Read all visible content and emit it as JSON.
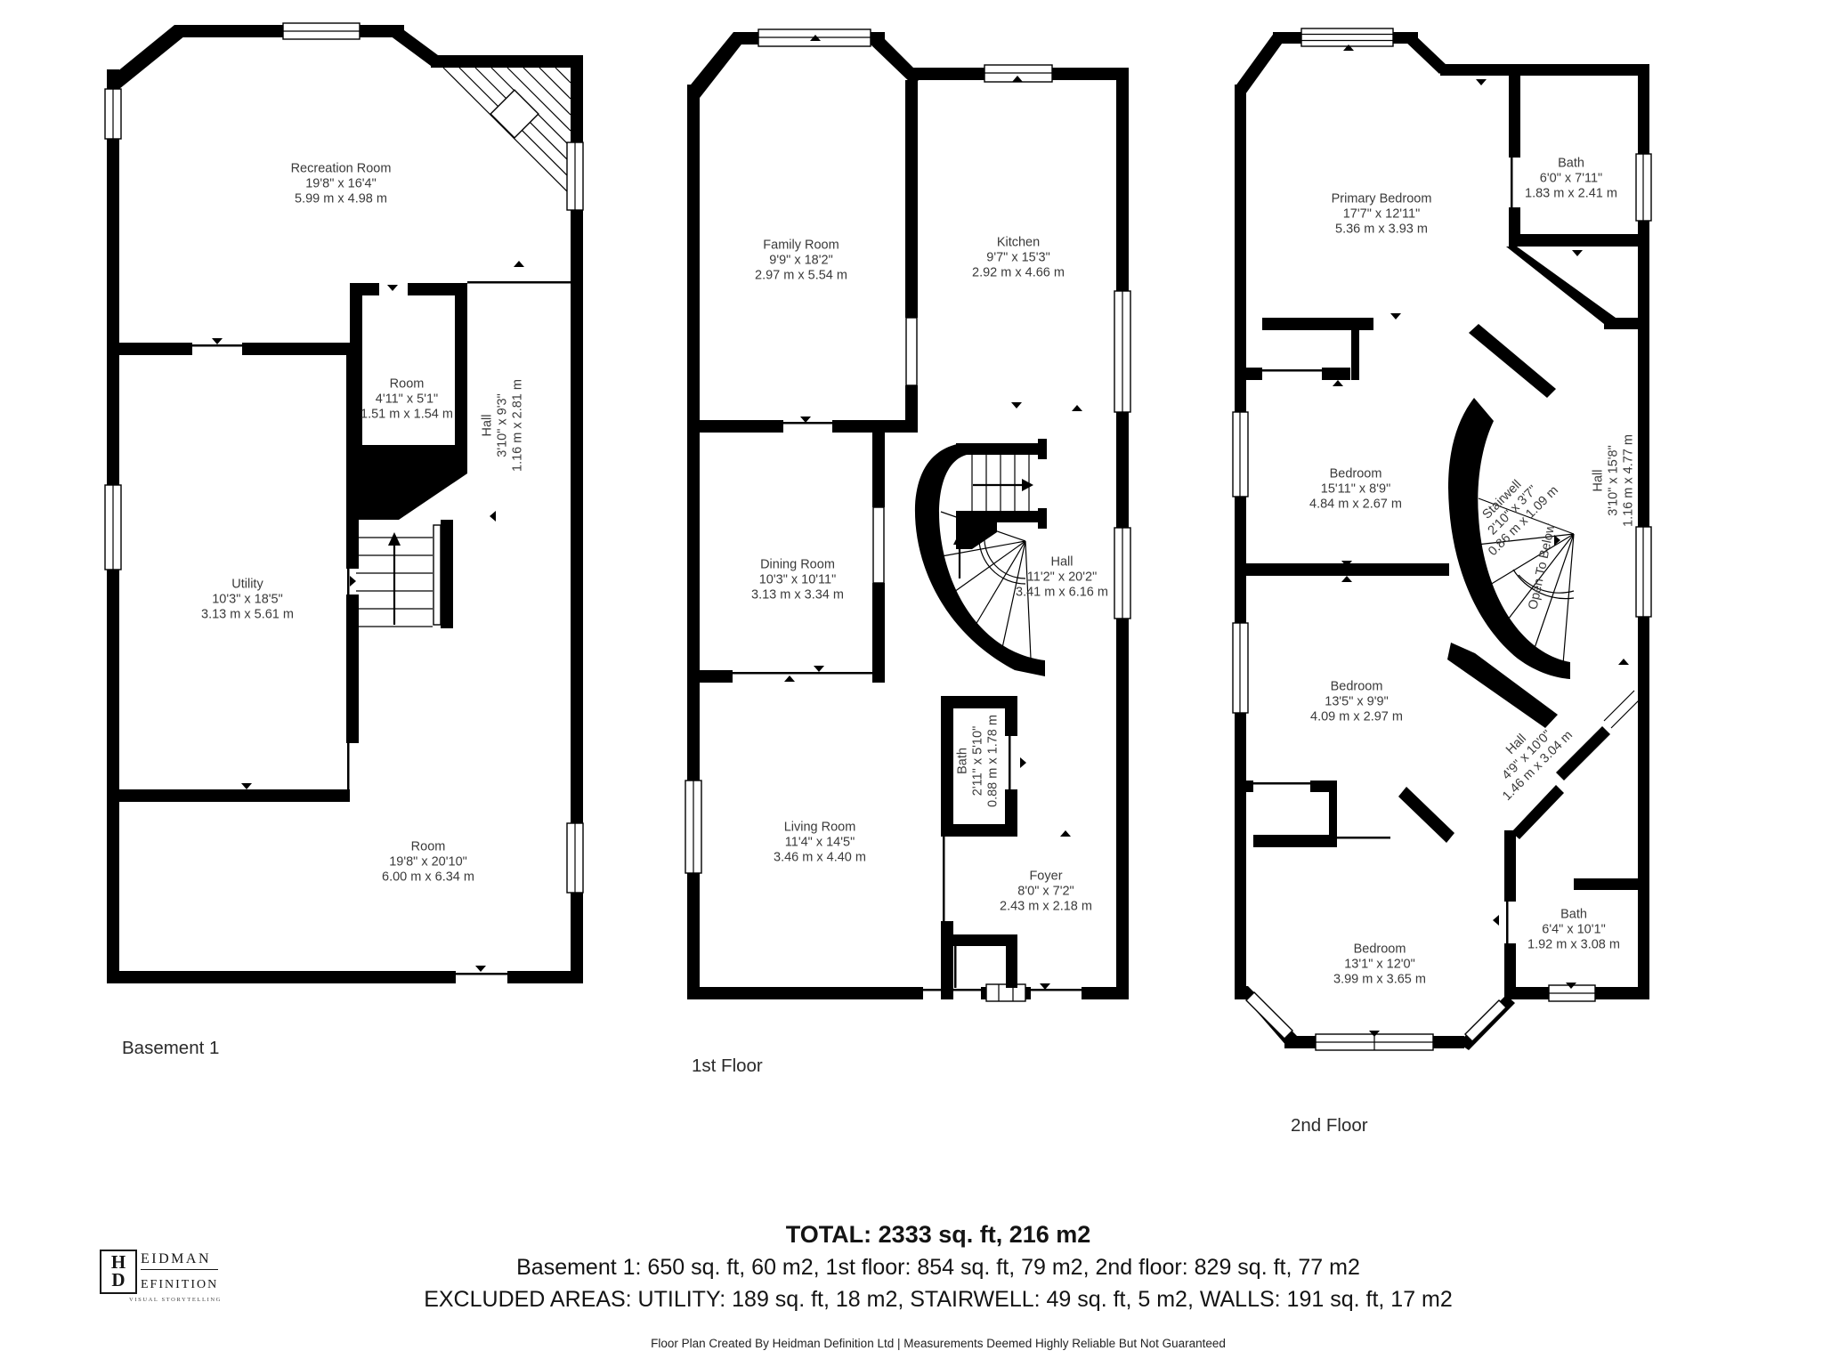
{
  "colors": {
    "wall": "#000000",
    "room_label": "#3a3a3a",
    "footer_text": "#141414"
  },
  "floors": {
    "basement": {
      "label": "Basement 1",
      "rooms": {
        "recreation": {
          "name": "Recreation Room",
          "imperial": "19'8\" x 16'4\"",
          "metric": "5.99 m x 4.98 m"
        },
        "room_small": {
          "name": "Room",
          "imperial": "4'11\" x 5'1\"",
          "metric": "1.51 m x 1.54 m"
        },
        "hall": {
          "name": "Hall",
          "imperial": "3'10\" x 9'3\"",
          "metric": "1.16 m x 2.81 m"
        },
        "utility": {
          "name": "Utility",
          "imperial": "10'3\" x 18'5\"",
          "metric": "3.13 m x 5.61 m"
        },
        "room_large": {
          "name": "Room",
          "imperial": "19'8\" x 20'10\"",
          "metric": "6.00 m x 6.34 m"
        }
      }
    },
    "first": {
      "label": "1st Floor",
      "rooms": {
        "family": {
          "name": "Family Room",
          "imperial": "9'9\" x 18'2\"",
          "metric": "2.97 m x 5.54 m"
        },
        "kitchen": {
          "name": "Kitchen",
          "imperial": "9'7\" x 15'3\"",
          "metric": "2.92 m x 4.66 m"
        },
        "dining": {
          "name": "Dining Room",
          "imperial": "10'3\" x 10'11\"",
          "metric": "3.13 m x 3.34 m"
        },
        "hall": {
          "name": "Hall",
          "imperial": "11'2\" x 20'2\"",
          "metric": "3.41 m x 6.16 m"
        },
        "bath": {
          "name": "Bath",
          "imperial": "2'11\" x 5'10\"",
          "metric": "0.88 m x 1.78 m"
        },
        "living": {
          "name": "Living Room",
          "imperial": "11'4\" x 14'5\"",
          "metric": "3.46 m x 4.40 m"
        },
        "foyer": {
          "name": "Foyer",
          "imperial": "8'0\" x 7'2\"",
          "metric": "2.43 m x 2.18 m"
        }
      }
    },
    "second": {
      "label": "2nd Floor",
      "rooms": {
        "primary": {
          "name": "Primary Bedroom",
          "imperial": "17'7\" x 12'11\"",
          "metric": "5.36 m x 3.93 m"
        },
        "bath_top": {
          "name": "Bath",
          "imperial": "6'0\" x 7'11\"",
          "metric": "1.83 m x 2.41 m"
        },
        "bedroom_mid": {
          "name": "Bedroom",
          "imperial": "15'11\" x 8'9\"",
          "metric": "4.84 m x 2.67 m"
        },
        "stairwell": {
          "name": "Stairwell",
          "imperial": "2'10\" x 3'7\"",
          "metric": "0.86 m x 1.09 m"
        },
        "open_below": {
          "name": "Open To Below"
        },
        "hall_right": {
          "name": "Hall",
          "imperial": "3'10\" x 15'8\"",
          "metric": "1.16 m x 4.77 m"
        },
        "bedroom_low": {
          "name": "Bedroom",
          "imperial": "13'5\" x 9'9\"",
          "metric": "4.09 m x 2.97 m"
        },
        "hall_diag": {
          "name": "Hall",
          "imperial": "4'9\" x 10'0\"",
          "metric": "1.46 m x 3.04 m"
        },
        "bedroom_bottom": {
          "name": "Bedroom",
          "imperial": "13'1\" x 12'0\"",
          "metric": "3.99 m x 3.65 m"
        },
        "bath_low": {
          "name": "Bath",
          "imperial": "6'4\" x 10'1\"",
          "metric": "1.92 m x 3.08 m"
        }
      }
    }
  },
  "footer": {
    "total": "TOTAL: 2333 sq. ft, 216 m2",
    "floors_line": "Basement 1: 650 sq. ft, 60 m2, 1st floor: 854 sq. ft, 79 m2, 2nd floor: 829 sq. ft, 77 m2",
    "excluded_line": "EXCLUDED AREAS: UTILITY: 189 sq. ft, 18 m2, STAIRWELL: 49 sq. ft, 5 m2, WALLS: 191 sq. ft, 17 m2",
    "disclaimer": "Floor Plan Created By Heidman Definition Ltd | Measurements Deemed Highly Reliable But Not Guaranteed"
  },
  "logo": {
    "letter_h": "H",
    "letter_d": "D",
    "word_top": "EIDMAN",
    "word_bottom": "EFINITION",
    "tagline": "VISUAL STORYTELLING"
  }
}
